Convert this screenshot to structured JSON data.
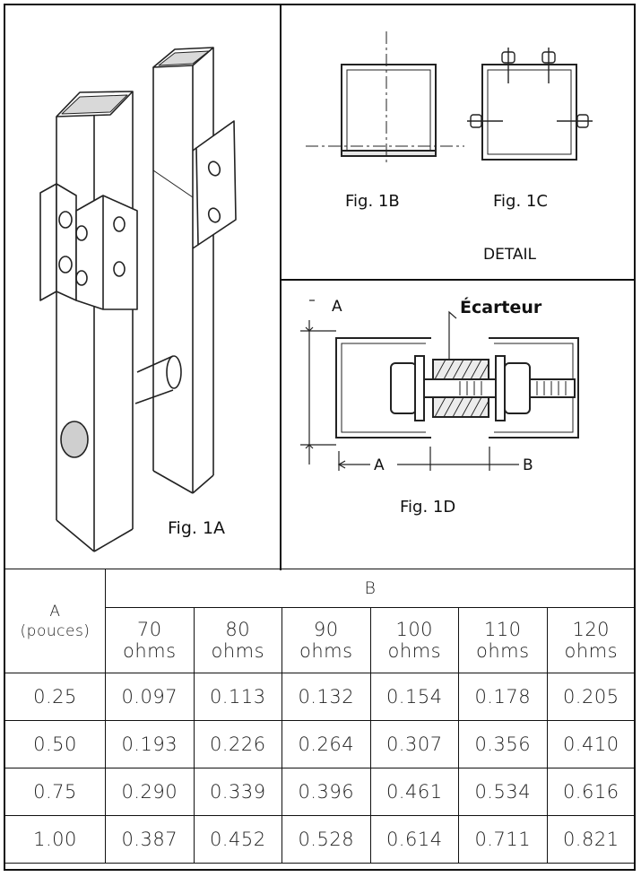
{
  "figures": {
    "fig_1a": "Fig.  1A",
    "fig_1b": "Fig.  1B",
    "fig_1c": "Fig.  1C",
    "detail": "DETAIL",
    "fig_1d": "Fig.  1D",
    "spacer_label": "Écarteur",
    "dim_a_top": "A",
    "dim_a_bottom": "A",
    "dim_b": "B"
  },
  "table": {
    "column_group_header": "B",
    "row_header_line1": "A",
    "row_header_line2": "(pouces)",
    "columns": [
      {
        "value": "70",
        "unit": "ohms"
      },
      {
        "value": "80",
        "unit": "ohms"
      },
      {
        "value": "90",
        "unit": "ohms"
      },
      {
        "value": "100",
        "unit": "ohms"
      },
      {
        "value": "110",
        "unit": "ohms"
      },
      {
        "value": "120",
        "unit": "ohms"
      }
    ],
    "rows": [
      {
        "a": "0.25",
        "values": [
          "0.097",
          "0.113",
          "0.132",
          "0.154",
          "0.178",
          "0.205"
        ]
      },
      {
        "a": "0.50",
        "values": [
          "0.193",
          "0.226",
          "0.264",
          "0.307",
          "0.356",
          "0.410"
        ]
      },
      {
        "a": "0.75",
        "values": [
          "0.290",
          "0.339",
          "0.396",
          "0.461",
          "0.534",
          "0.616"
        ]
      },
      {
        "a": "1.00",
        "values": [
          "0.387",
          "0.452",
          "0.528",
          "0.614",
          "0.711",
          "0.821"
        ]
      }
    ]
  }
}
